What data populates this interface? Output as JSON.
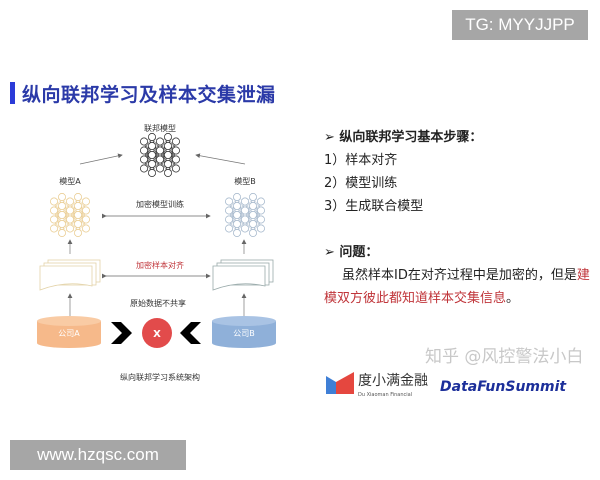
{
  "badge_top": "TG: MYYJJPP",
  "title": "纵向联邦学习及样本交集泄漏",
  "diagram": {
    "federated_model": "联邦模型",
    "model_a": "模型A",
    "model_b": "模型B",
    "encrypted_training": "加密模型训练",
    "encrypted_alignment": "加密样本对齐",
    "no_raw_sharing": "原始数据不共享",
    "company_a": "公司A",
    "company_b": "公司B",
    "block_mark": "X",
    "caption": "纵向联邦学习系统架构",
    "colors": {
      "company_a": "#f6b98a",
      "company_b": "#8fb0d9",
      "block": "#e24b4b",
      "alignment_text": "#c0353a",
      "model_a_net": "#e8c98a",
      "model_b_net": "#9fb3c8"
    }
  },
  "right": {
    "steps_heading": "纵向联邦学习基本步骤：",
    "steps": [
      "1）样本对齐",
      "2）模型训练",
      "3）生成联合模型"
    ],
    "issue_heading": "问题：",
    "issue_text_normal": "虽然样本ID在对齐过程中是加密的，但是",
    "issue_text_red": "建模双方彼此都知道样本交集信息",
    "issue_text_end": "。"
  },
  "footer": {
    "logo_cn": "度小满金融",
    "logo_en": "Du Xiaoman Financial",
    "watermark": "知乎 @风控警法小白",
    "summit": "DataFunSummit"
  },
  "badge_bottom": "www.hzqsc.com",
  "accent": "#2b3bd8"
}
